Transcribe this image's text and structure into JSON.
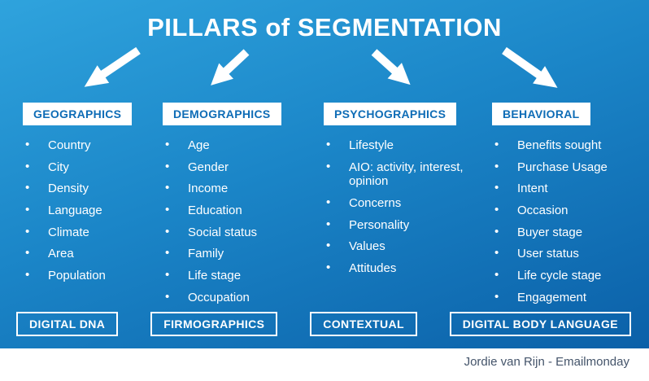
{
  "title": "PILLARS of SEGMENTATION",
  "columns": [
    {
      "header": "GEOGRAPHICS",
      "items": [
        "Country",
        "City",
        "Density",
        "Language",
        "Climate",
        "Area",
        "Population"
      ]
    },
    {
      "header": "DEMOGRAPHICS",
      "items": [
        "Age",
        "Gender",
        "Income",
        "Education",
        "Social status",
        "Family",
        "Life stage",
        "Occupation"
      ]
    },
    {
      "header": "PSYCHOGRAPHICS",
      "items": [
        "Lifestyle",
        "AIO: activity, interest, opinion",
        "Concerns",
        "Personality",
        "Values",
        "Attitudes"
      ]
    },
    {
      "header": "BEHAVIORAL",
      "items": [
        "Benefits sought",
        "Purchase Usage",
        "Intent",
        "Occasion",
        "Buyer stage",
        "User status",
        "Life cycle stage",
        "Engagement"
      ]
    }
  ],
  "footer_boxes": [
    "DIGITAL DNA",
    "FIRMOGRAPHICS",
    "CONTEXTUAL",
    "DIGITAL BODY LANGUAGE"
  ],
  "attribution": "Jordie van Rijn - Emailmonday",
  "colors": {
    "background_top": "#2fa3dd",
    "background_bottom": "#0b60a8",
    "header_text": "#0e6cb6",
    "list_text": "#ffffff",
    "attribution_text": "#44546a"
  }
}
